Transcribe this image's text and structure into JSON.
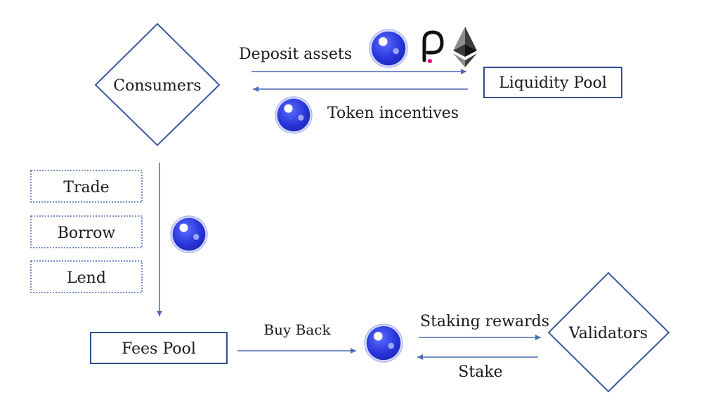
{
  "nodes": {
    "consumers": "Consumers",
    "liquidity_pool": "Liquidity Pool",
    "fees_pool": "Fees Pool",
    "validators": "Validators"
  },
  "actions": {
    "trade": "Trade",
    "borrow": "Borrow",
    "lend": "Lend"
  },
  "edges": {
    "deposit_assets": "Deposit assets",
    "token_incentives": "Token incentives",
    "buy_back": "Buy Back",
    "staking_rewards": "Staking rewards",
    "stake": "Stake"
  },
  "icons": {
    "token": "token-coin-icon",
    "polkadot": "polkadot-logo-icon",
    "ethereum": "ethereum-logo-icon"
  },
  "colors": {
    "line": "#4a6bb5",
    "box_border": "#2f4f8f",
    "token_dark": "#2a35d6",
    "token_light": "#7b86ff",
    "polkadot_pink": "#e6007a"
  }
}
